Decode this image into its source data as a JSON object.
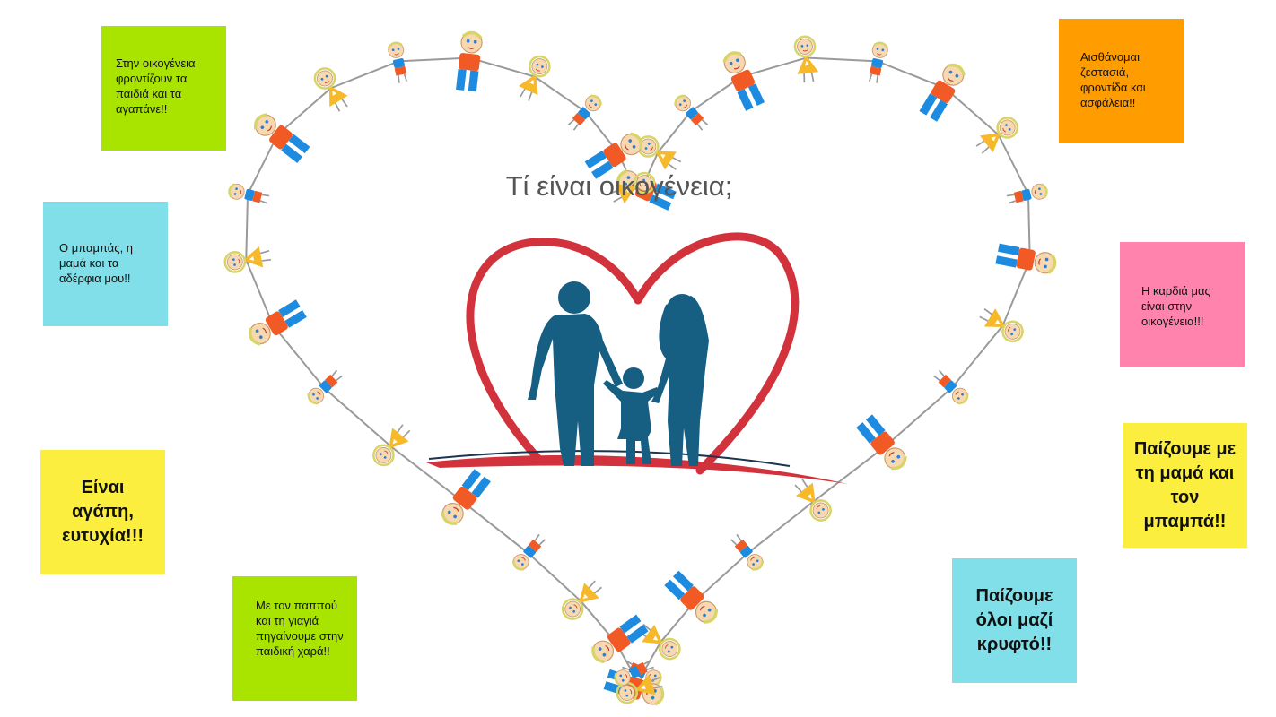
{
  "slide": {
    "title": "Τί είναι οικογένεια;"
  },
  "notes": [
    {
      "id": "note-1",
      "text": "Στην οικογένεια φροντίζουν τα παιδιά και τα αγαπάνε!!",
      "color": "#a9e400"
    },
    {
      "id": "note-2",
      "text": "Αισθάνομαι ζεστασιά, φροντίδα και ασφάλεια!!",
      "color": "#ff9d00"
    },
    {
      "id": "note-3",
      "text": "Ο μπαμπάς, η μαμά και τα αδέρφια μου!!",
      "color": "#80dfe8"
    },
    {
      "id": "note-4",
      "text": "Η καρδιά μας είναι στην οικογένεια!!!",
      "color": "#ff83ac"
    },
    {
      "id": "note-5",
      "text": "Είναι αγάπη, ευτυχία!!!",
      "color": "#fbee3f"
    },
    {
      "id": "note-6",
      "text": "Παίζουμε με τη μαμά και τον μπαμπά!!",
      "color": "#fbee3f"
    },
    {
      "id": "note-7",
      "text": "Με τον παππού και τη γιαγιά πηγαίνουμε στην παιδική χαρά!!",
      "color": "#a9e400"
    },
    {
      "id": "note-8",
      "text": "Παίζουμε όλοι μαζί κρυφτό!!",
      "color": "#80dfe8"
    }
  ],
  "colors": {
    "silhouette": "#165e82",
    "heart_outline": "#d2323c",
    "kid_shirt_red": "#f15a24",
    "kid_pants_blue": "#1d8be0",
    "kid_dress_yellow": "#f7b92a",
    "kid_hair_blond": "#d7d56a",
    "skin": "#f7d8b0"
  },
  "icons": {
    "family_heart": "family-silhouette-in-heart-icon",
    "kids_ring": "holding-hands-children-heart-frame"
  }
}
